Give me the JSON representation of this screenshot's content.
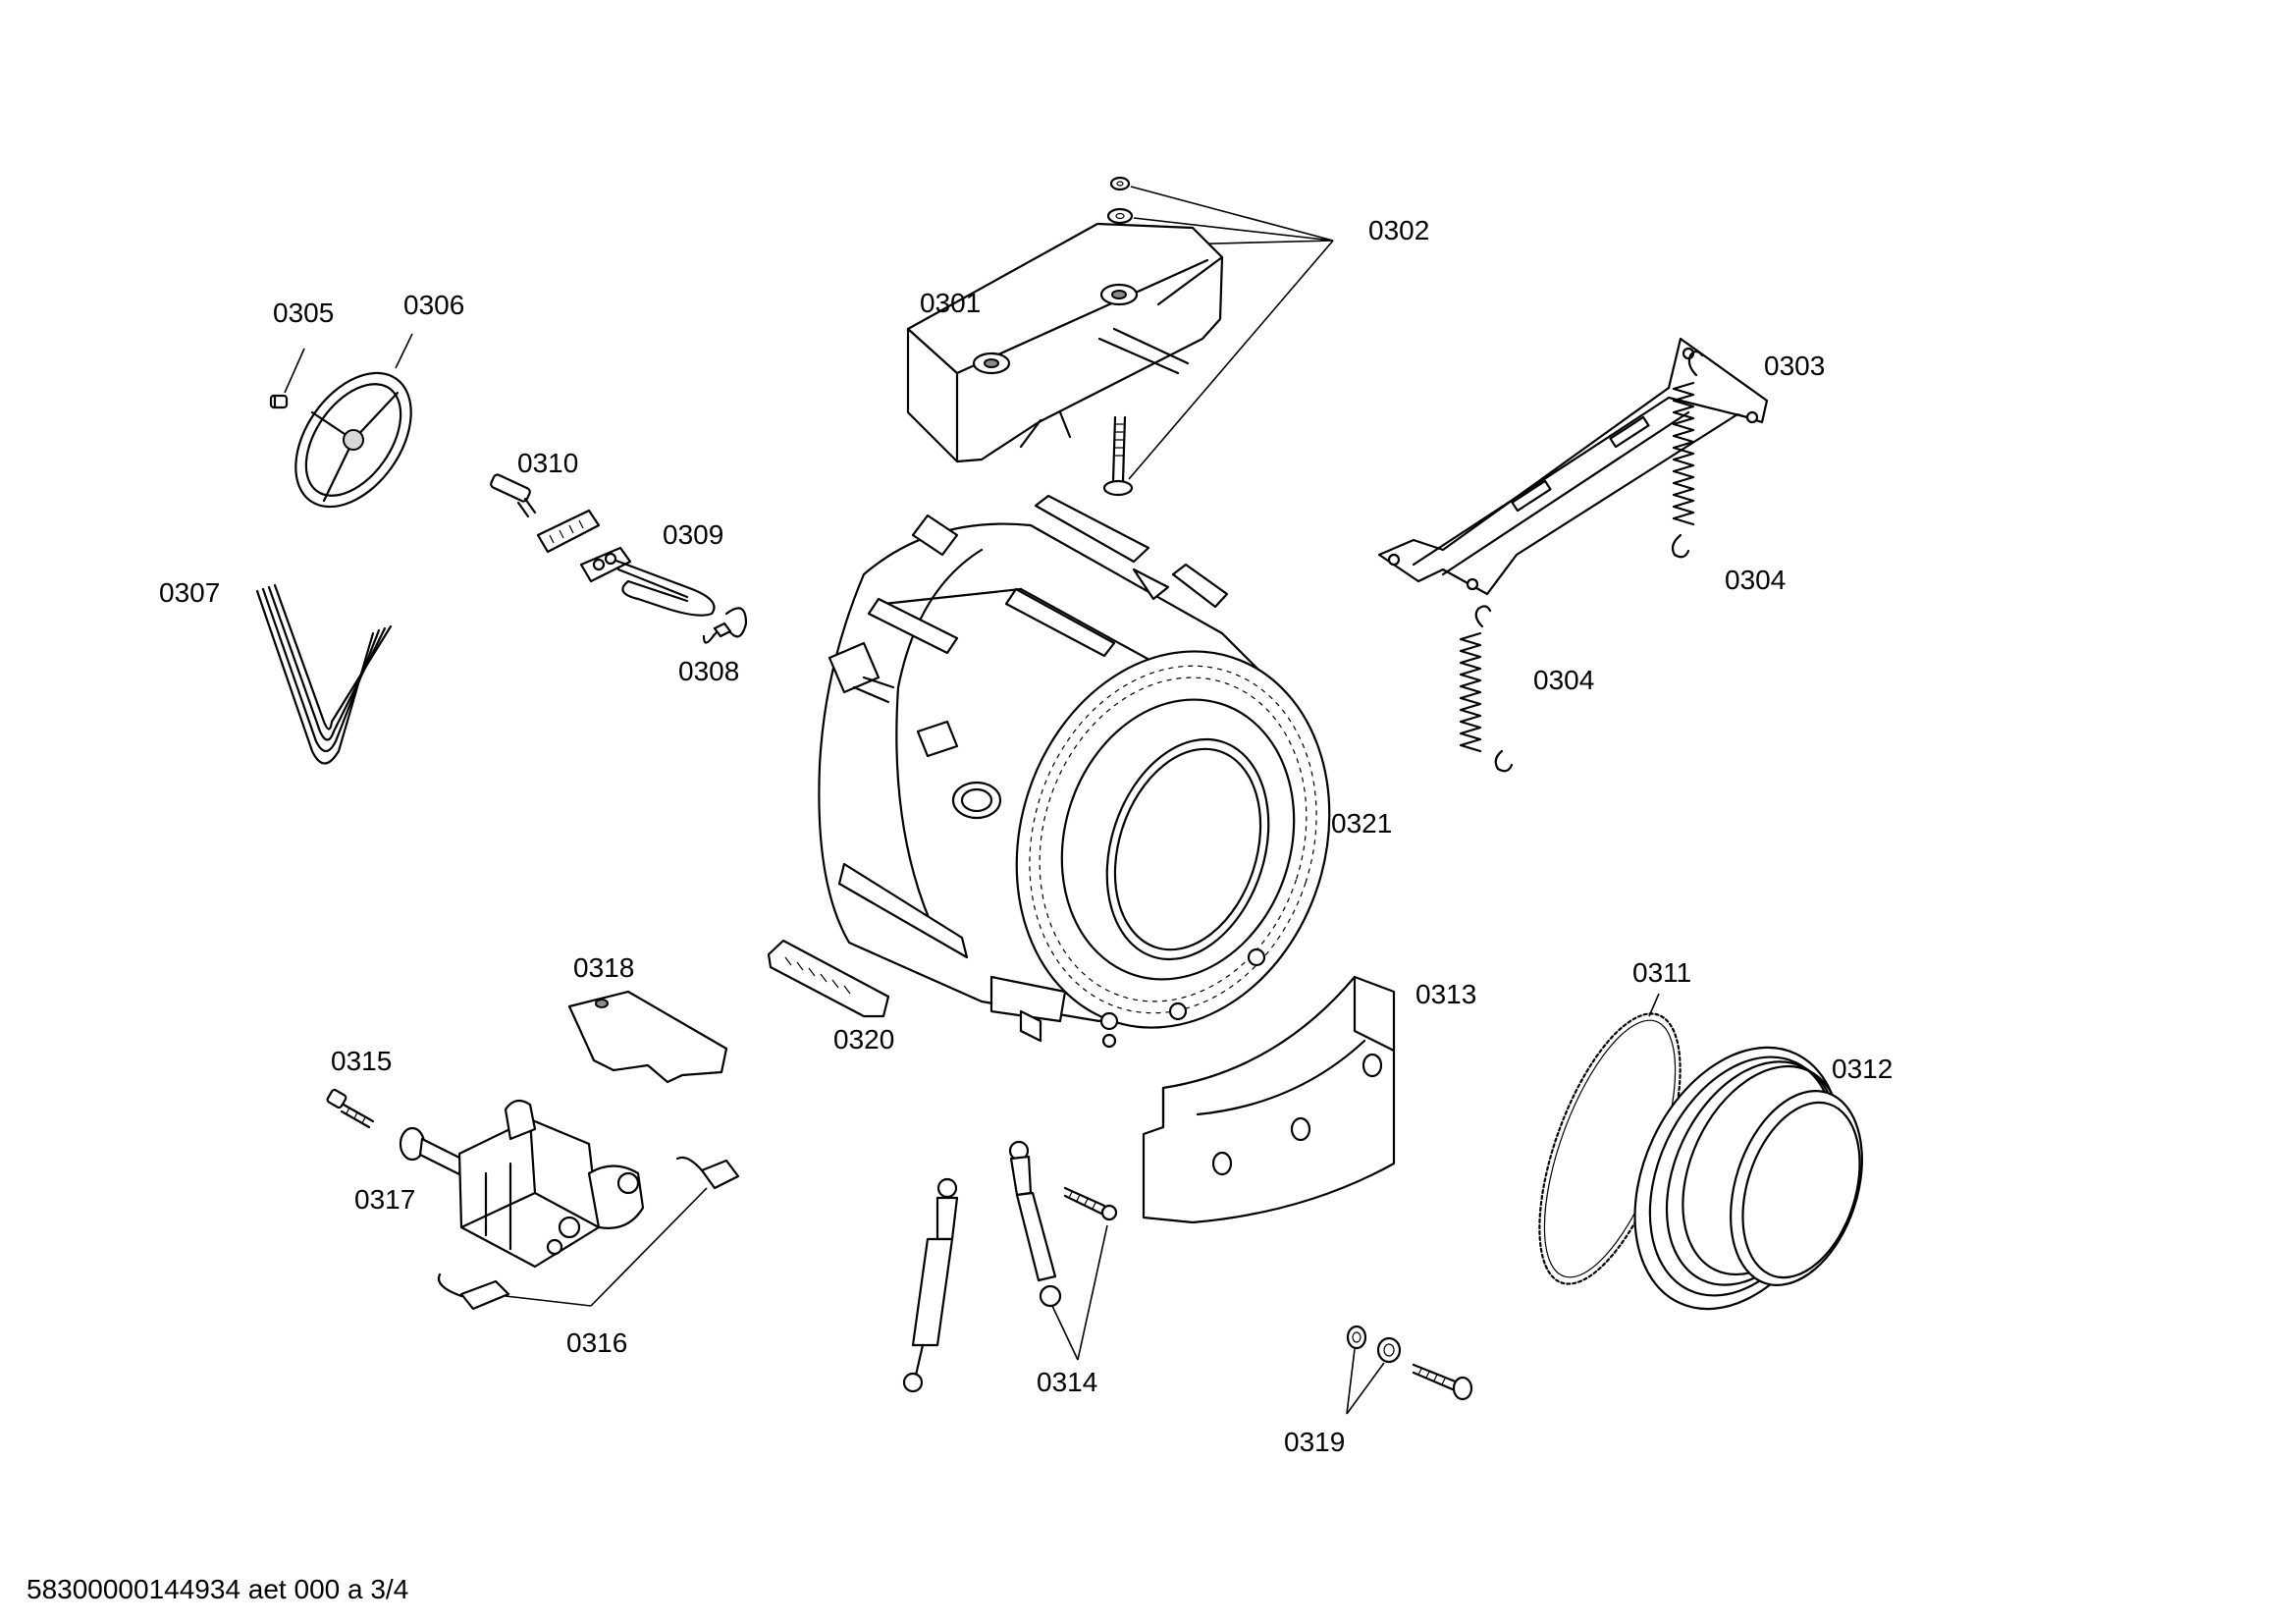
{
  "labels": {
    "p0301": "0301",
    "p0302": "0302",
    "p0303": "0303",
    "p0304a": "0304",
    "p0304b": "0304",
    "p0305": "0305",
    "p0306": "0306",
    "p0307": "0307",
    "p0308": "0308",
    "p0309": "0309",
    "p0310": "0310",
    "p0311": "0311",
    "p0312": "0312",
    "p0313": "0313",
    "p0314": "0314",
    "p0315": "0315",
    "p0316": "0316",
    "p0317": "0317",
    "p0318": "0318",
    "p0319": "0319",
    "p0320": "0320",
    "p0321": "0321"
  },
  "footer": {
    "doc_id": "58300000144934 aet 000 a 3/4"
  }
}
